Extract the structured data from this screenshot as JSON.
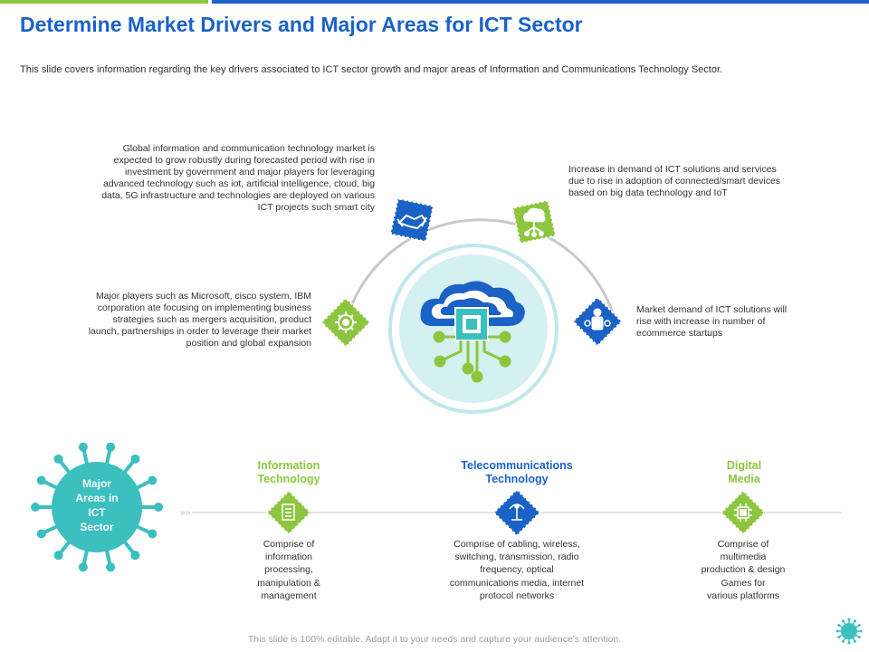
{
  "header": {
    "title": "Determine Market Drivers and Major Areas for ICT Sector",
    "subtitle": "This slide covers information regarding the key drivers associated to ICT sector growth and major areas of Information and Communications Technology Sector."
  },
  "drivers": [
    {
      "icon": "handshake-icon",
      "lines": [
        "Global information and communication technology market is",
        "expected to grow robustly during forecasted period with rise in",
        "investment by government and major players for leveraging",
        "advanced technology such as iot, artificial intelligence, cloud, big",
        "data, 5G infrastructure and technologies are deployed on various",
        "ICT projects such smart city"
      ]
    },
    {
      "icon": "cloud-network-icon",
      "lines": [
        "Increase in demand of ICT solutions and services",
        "due to rise in adoption of connected/smart devices",
        "based on big data technology and IoT"
      ]
    },
    {
      "icon": "gear-strategy-icon",
      "lines": [
        "Major players such as Microsoft, cisco system, IBM",
        "corporation ate focusing on implementing business",
        "strategies such as mergers acquisition, product",
        "launch, partnerships in order to leverage their market",
        "position and global expansion"
      ]
    },
    {
      "icon": "ecommerce-icon",
      "lines": [
        "Market demand of ICT solutions will",
        "rise with increase in number of",
        "ecommerce startups"
      ]
    }
  ],
  "areas_hub": {
    "lines": [
      "Major",
      "Areas in",
      "ICT",
      "Sector"
    ]
  },
  "areas": [
    {
      "title_lines": [
        "Information",
        "Technology"
      ],
      "icon": "document-icon",
      "color": "#8cc63f",
      "desc_lines": [
        "Comprise of",
        "information",
        "processing,",
        "manipulation &",
        "management"
      ]
    },
    {
      "title_lines": [
        "Telecommunications",
        "Technology"
      ],
      "icon": "satellite-icon",
      "color": "#1b62c7",
      "desc_lines": [
        "Comprise of cabling, wireless,",
        "switching, transmission, radio",
        "frequency, optical",
        "communications media, internet",
        "protocol networks"
      ]
    },
    {
      "title_lines": [
        "Digital",
        "Media"
      ],
      "icon": "chip-icon",
      "color": "#8cc63f",
      "desc_lines": [
        "Comprise of",
        "multimedia",
        "production & design",
        "Games for",
        "various platforms"
      ]
    }
  ],
  "colors": {
    "blue": "#1b62c7",
    "green": "#8cc63f",
    "teal": "#3bbfbf",
    "light_teal": "#d4f0f0"
  },
  "footer": {
    "text": "This slide is 100% editable. Adapt it to your needs and capture your audience's attention."
  }
}
